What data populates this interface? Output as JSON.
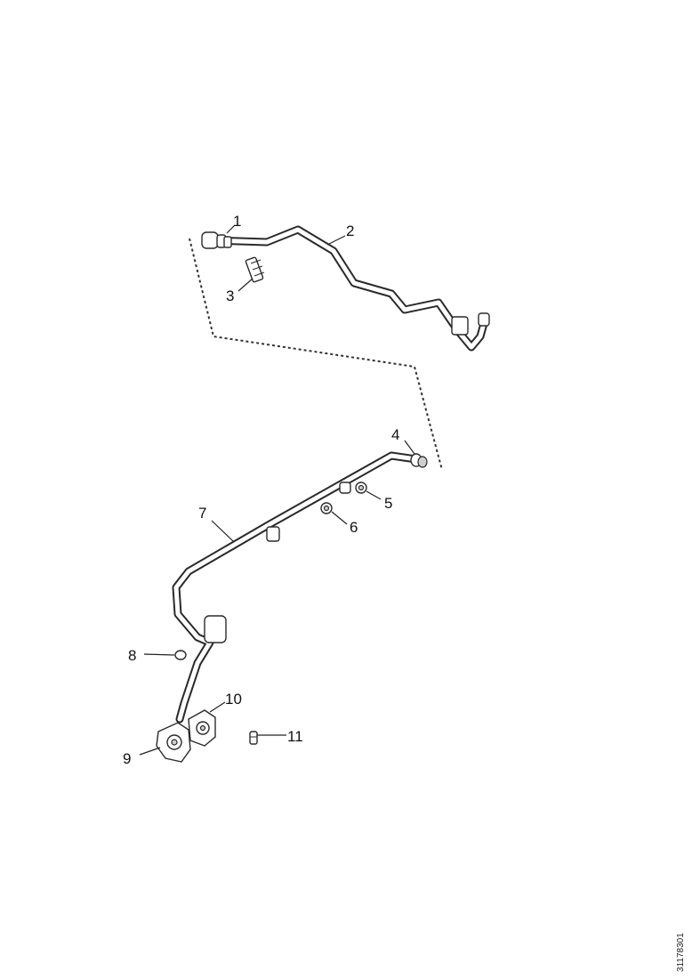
{
  "diagram": {
    "callouts": {
      "c1": "1",
      "c2": "2",
      "c3": "3",
      "c4": "4",
      "c5": "5",
      "c6": "6",
      "c7": "7",
      "c8": "8",
      "c9": "9",
      "c10": "10",
      "c11": "11"
    },
    "reference_id": "31178301"
  }
}
